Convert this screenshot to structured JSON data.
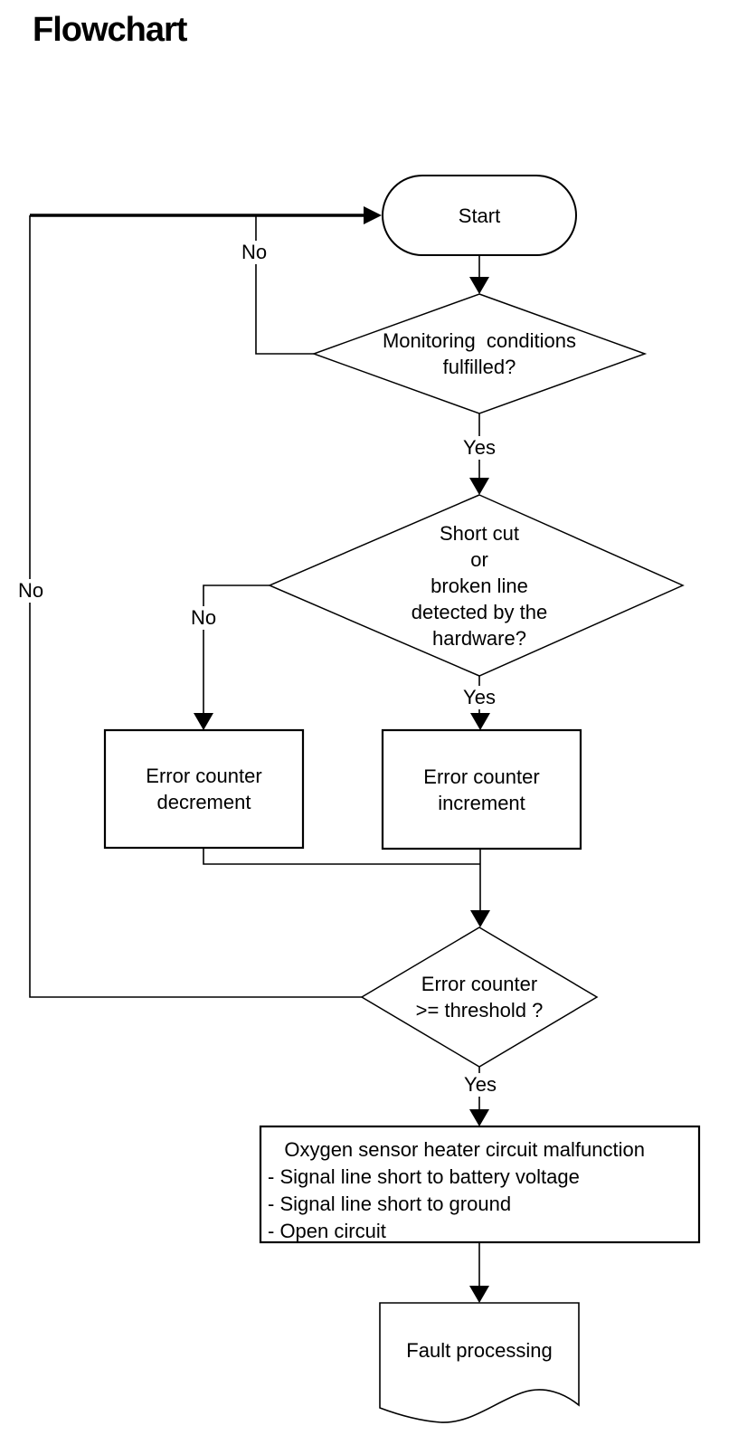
{
  "title": "Flowchart",
  "nodes": {
    "start": {
      "label": "Start"
    },
    "monitoring": {
      "label": "Monitoring  conditions\nfulfilled?"
    },
    "short_cut": {
      "label": "Short cut\nor\nbroken line\ndetected by the\nhardware?"
    },
    "decrement": {
      "label": "Error counter\ndecrement"
    },
    "increment": {
      "label": "Error counter\nincrement"
    },
    "threshold": {
      "label": "Error counter\n>= threshold ?"
    },
    "malfunction": {
      "label": "   Oxygen sensor heater circuit malfunction\n- Signal line short to battery voltage\n- Signal line short to ground\n- Open circuit"
    },
    "fault_processing": {
      "label": "Fault processing"
    }
  },
  "edge_labels": {
    "monitoring_no": "No",
    "monitoring_yes": "Yes",
    "short_cut_no": "No",
    "short_cut_yes": "Yes",
    "threshold_no": "No",
    "threshold_yes": "Yes"
  },
  "colors": {
    "line": "#000000",
    "background": "#ffffff",
    "text": "#000000"
  }
}
